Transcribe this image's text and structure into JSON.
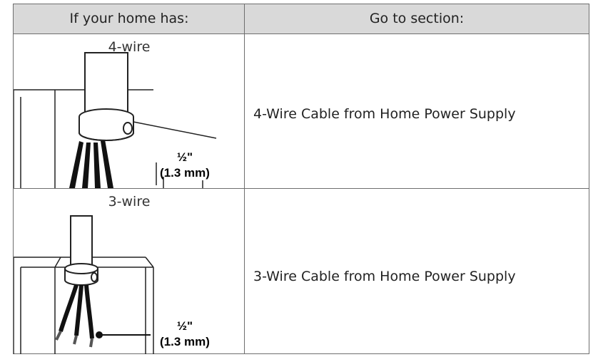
{
  "table": {
    "headers": {
      "left": "If your home has:",
      "right": "Go to section:"
    },
    "rows": [
      {
        "label": "4-wire",
        "section": "4-Wire Cable from Home Power Supply",
        "dimension_fraction": "½\"",
        "dimension_metric": "(1.3 mm)"
      },
      {
        "label": "3-wire",
        "section": "3-Wire Cable from Home Power Supply",
        "dimension_fraction": "½\"",
        "dimension_metric": "(1.3 mm)"
      }
    ]
  },
  "colors": {
    "header_bg": "#d9d9d9",
    "border": "#6e6e6e",
    "text": "#222222"
  }
}
